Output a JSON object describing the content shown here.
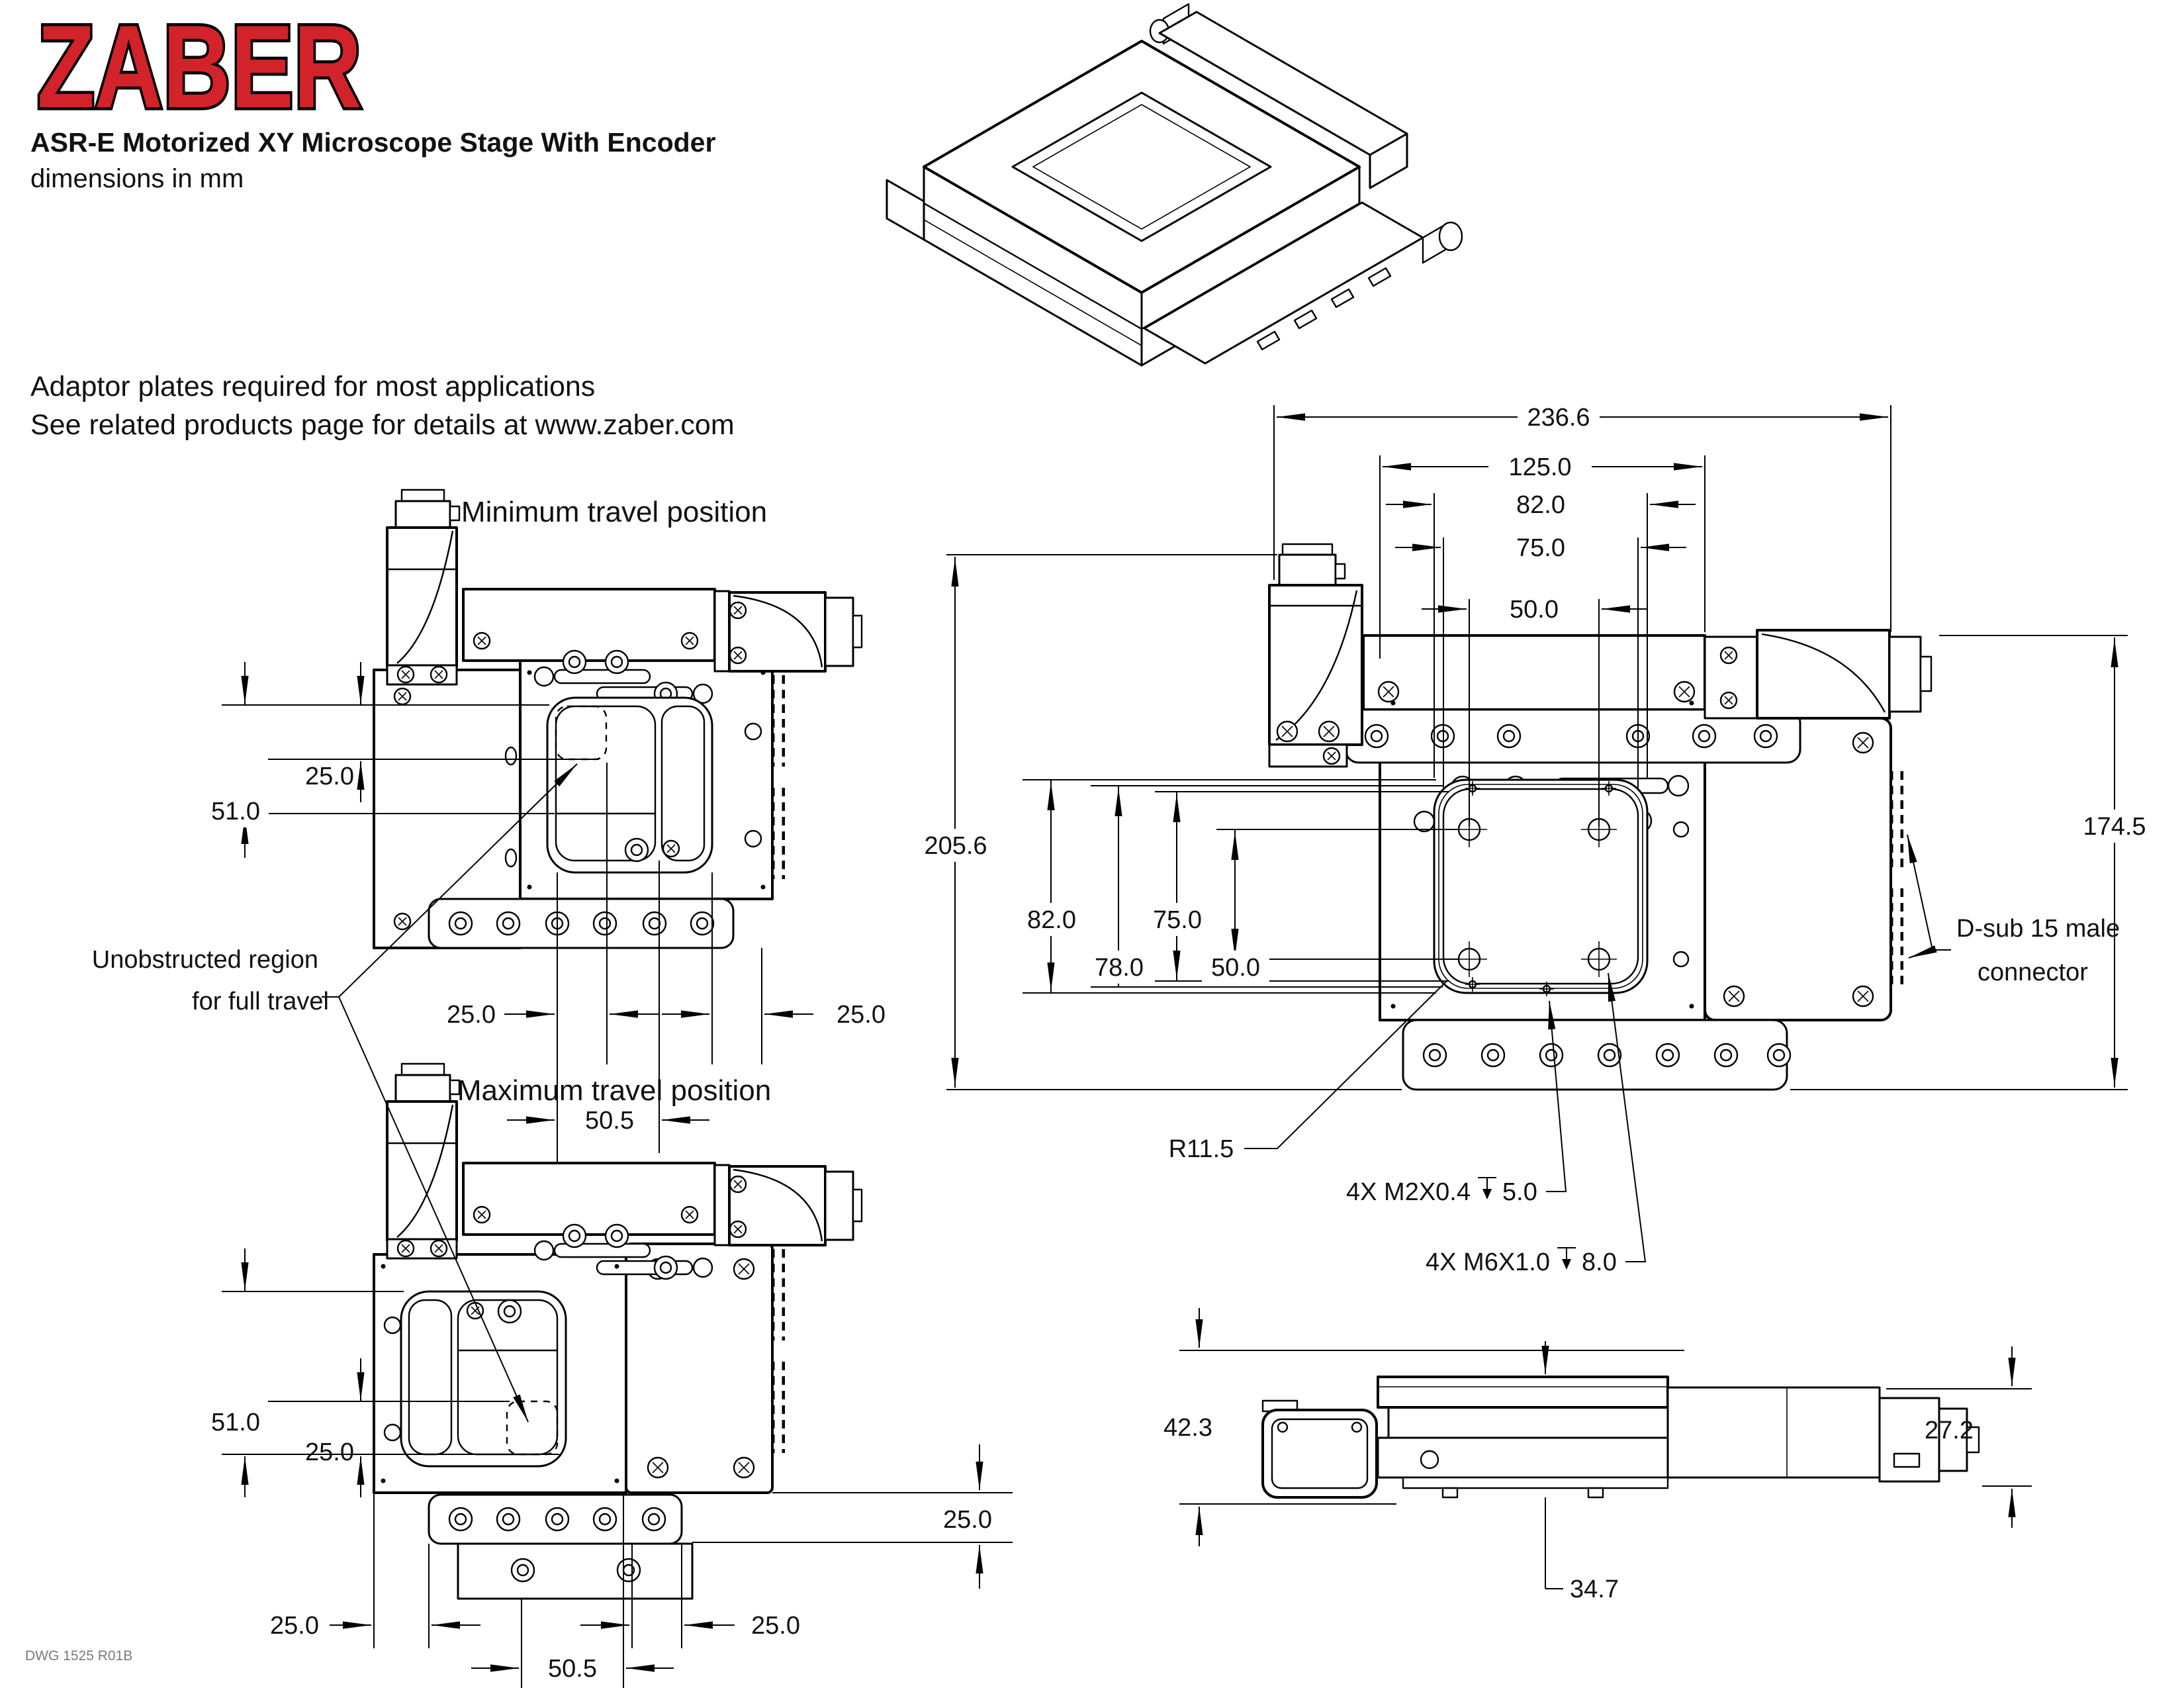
{
  "header": {
    "logo": "ZABER",
    "title": "ASR-E Motorized XY Microscope Stage With Encoder",
    "subtitle": "dimensions in mm"
  },
  "notes": {
    "line1": "Adaptor plates required for most applications",
    "line2": "See related products page for details at www.zaber.com"
  },
  "annotations": {
    "unobstructed_line1": "Unobstructed region",
    "unobstructed_line2": "for full travel"
  },
  "min_view": {
    "title": "Minimum travel position",
    "dim_25_upper": "25.0",
    "dim_51": "51.0",
    "dim_25_bottom_left": "25.0",
    "dim_25_bottom_right": "25.0",
    "dim_50_5": "50.5"
  },
  "max_view": {
    "title": "Maximum travel position",
    "dim_51": "51.0",
    "dim_25_left": "25.0",
    "dim_25_right": "25.0",
    "dim_25_bottom_left": "25.0",
    "dim_25_bottom_right": "25.0",
    "dim_50_5": "50.5"
  },
  "plan_view": {
    "dim_236_6": "236.6",
    "dim_125": "125.0",
    "dim_82_top": "82.0",
    "dim_75_top": "75.0",
    "dim_50_top": "50.0",
    "dim_205_6": "205.6",
    "dim_82_left": "82.0",
    "dim_78_left": "78.0",
    "dim_75_left": "75.0",
    "dim_50_left": "50.0",
    "dim_174_5": "174.5",
    "callout_radius": "R11.5",
    "callout_m2": "4X M2X0.4",
    "callout_m2_depth": "5.0",
    "callout_m6": "4X M6X1.0",
    "callout_m6_depth": "8.0",
    "callout_dsub_line1": "D-sub 15 male",
    "callout_dsub_line2": "connector"
  },
  "side_view": {
    "dim_42_3": "42.3",
    "dim_27_2": "27.2",
    "dim_34_7": "34.7"
  },
  "footer": {
    "dwg_number": "DWG 1525 R01B"
  },
  "colors": {
    "logo_red": "#d2232a",
    "line": "#000000"
  }
}
